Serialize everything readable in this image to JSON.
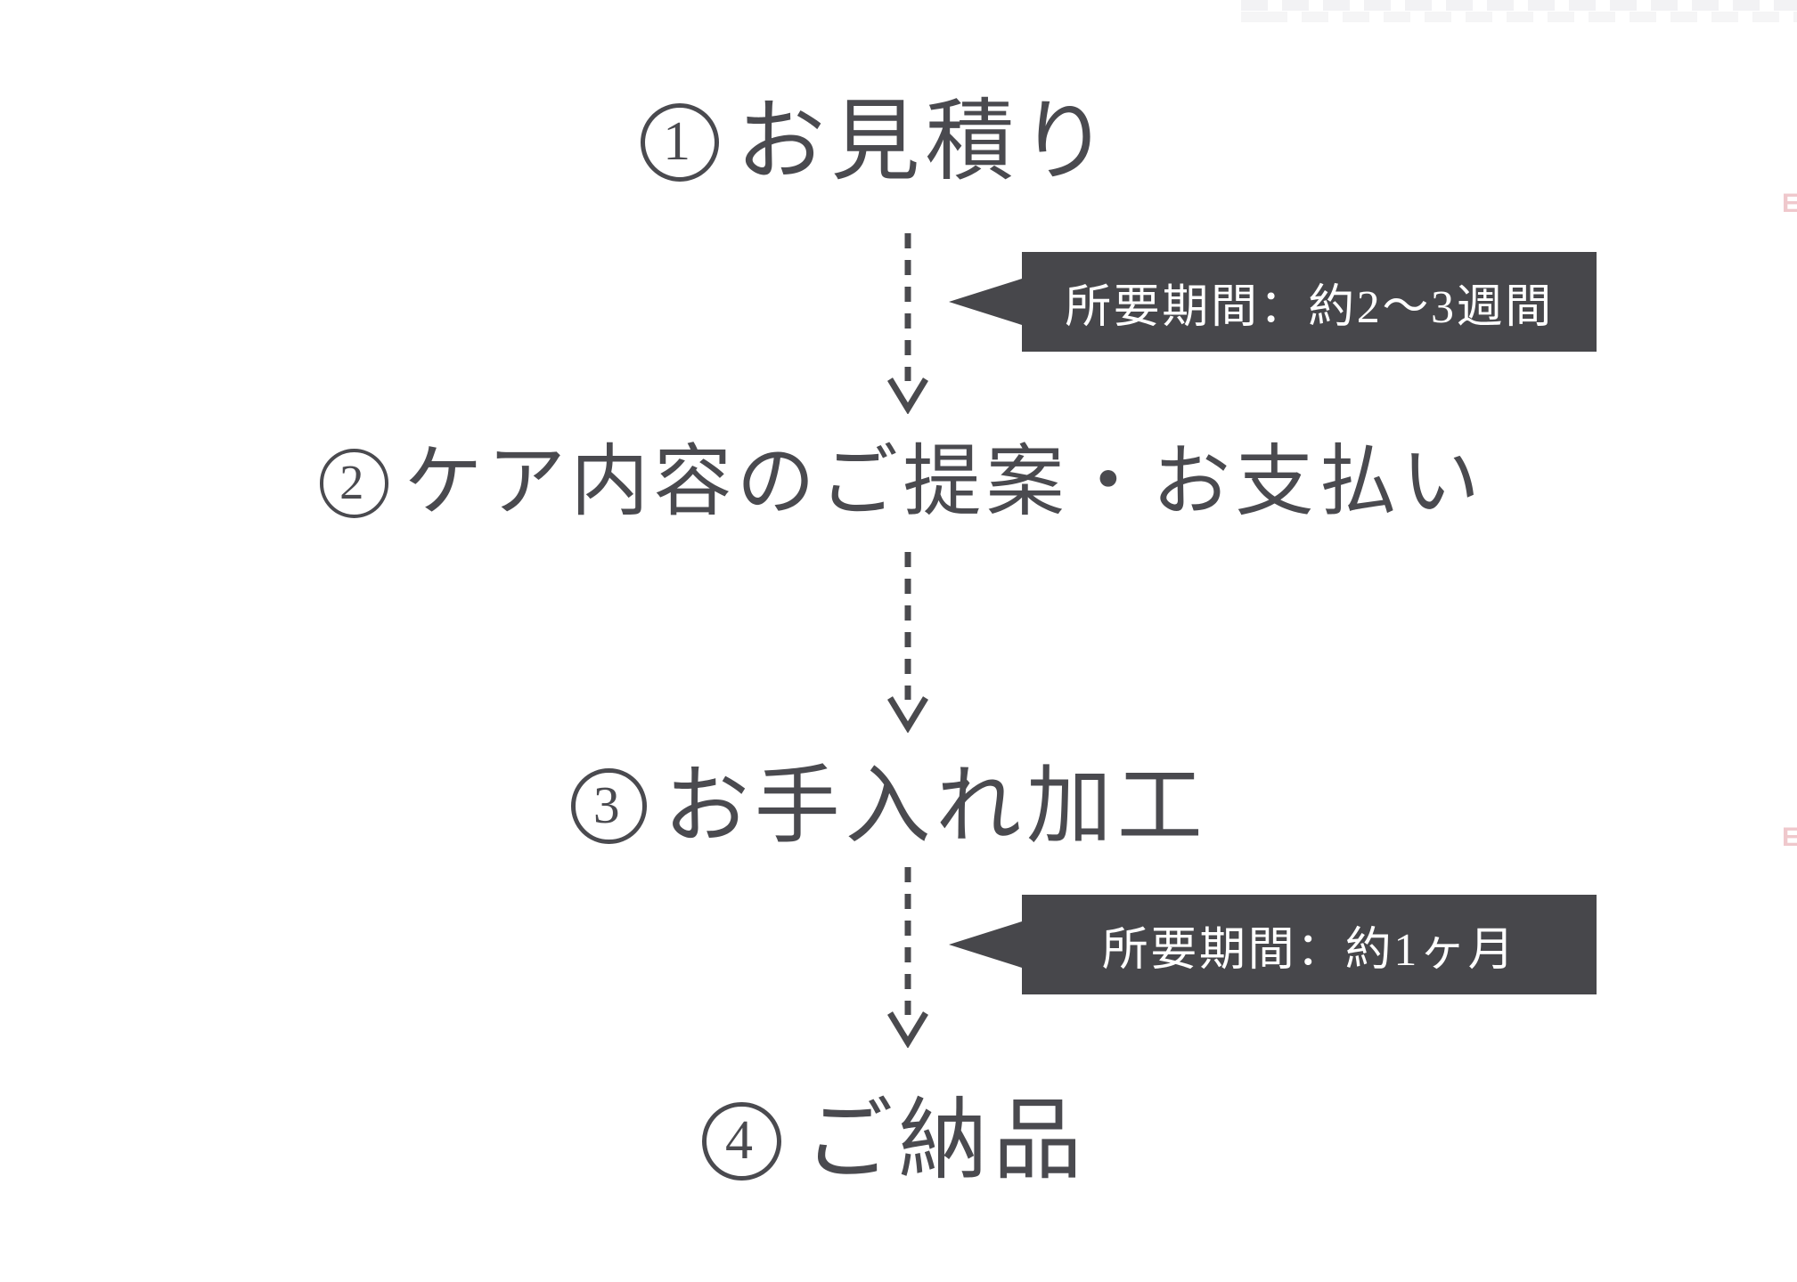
{
  "colors": {
    "page_bg": "#ffffff",
    "text": "#4a4a4f",
    "arrow": "#4a4a4e",
    "callout_bg": "#47474b",
    "callout_text": "#ffffff",
    "edge_mark": "#eec3c7"
  },
  "flow": {
    "steps": [
      {
        "number": "1",
        "label": "お見積り"
      },
      {
        "number": "2",
        "label": "ケア内容のご提案・お支払い"
      },
      {
        "number": "3",
        "label": "お手入れ加工"
      },
      {
        "number": "4",
        "label": "ご納品"
      }
    ],
    "callouts": [
      {
        "text": "所要期間：約2～3週間"
      },
      {
        "text": "所要期間：約1ヶ月"
      }
    ]
  },
  "edge_marks": [
    {
      "text": "E"
    },
    {
      "text": "E"
    }
  ]
}
